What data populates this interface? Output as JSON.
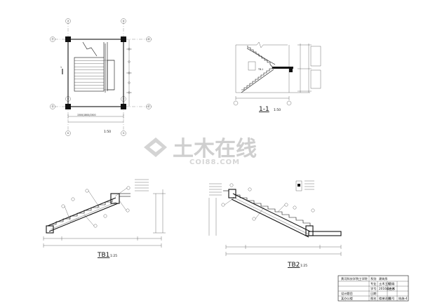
{
  "plan": {
    "axis_labels": [
      "⑦",
      "⑧",
      "⑨",
      "⑤",
      "⑥",
      "Ⓔ",
      "Ⓖ",
      "Ⓕ",
      "Ⓓ"
    ],
    "dimension_text": "1500/1800/1500",
    "scale": "1:50",
    "section_mark": "1"
  },
  "section_1_1": {
    "title": "1-1",
    "scale": "1:50",
    "stair_label": "TB-1"
  },
  "tb1": {
    "title": "TB1",
    "scale": "1:25"
  },
  "tb2": {
    "title": "TB2",
    "scale": "1:25"
  },
  "watermark": {
    "main": "土木在线",
    "sub": "COI88.COM"
  },
  "title_block": {
    "school": "黄河科技学院工学院",
    "cells": [
      "系别",
      "建筑系",
      "专业",
      "土木工程",
      "班级",
      "2016级土木",
      "学号",
      "",
      "姓名",
      "",
      "日期",
      "",
      "设计题目",
      "某办公楼",
      "图名",
      "楼梯详图",
      "图号",
      "结施-4"
    ]
  }
}
